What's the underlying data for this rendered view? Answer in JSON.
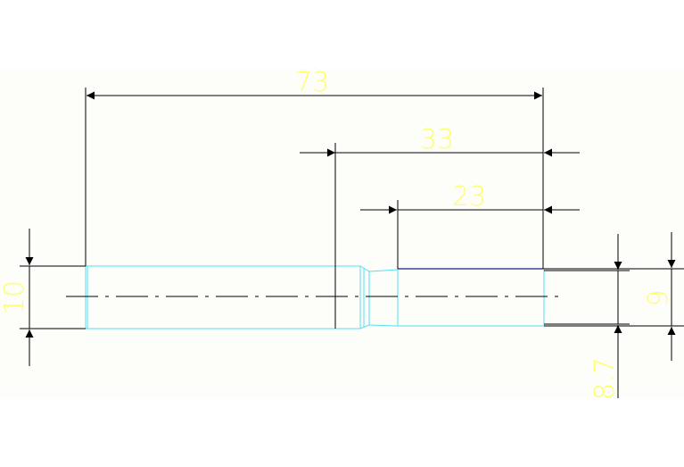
{
  "drawing": {
    "background": "#fdfef9",
    "colors": {
      "dimension_line": "#000000",
      "dimension_text": "#ffff66",
      "part_outline": "#55ddee",
      "thread_edge": "#1a1a8c",
      "centerline": "#000000"
    },
    "dimensions": {
      "overall_length": "73",
      "mid_length": "33",
      "thread_length": "23",
      "left_diameter": "10",
      "right_diameter": "9",
      "root_diameter": "8.7"
    }
  }
}
